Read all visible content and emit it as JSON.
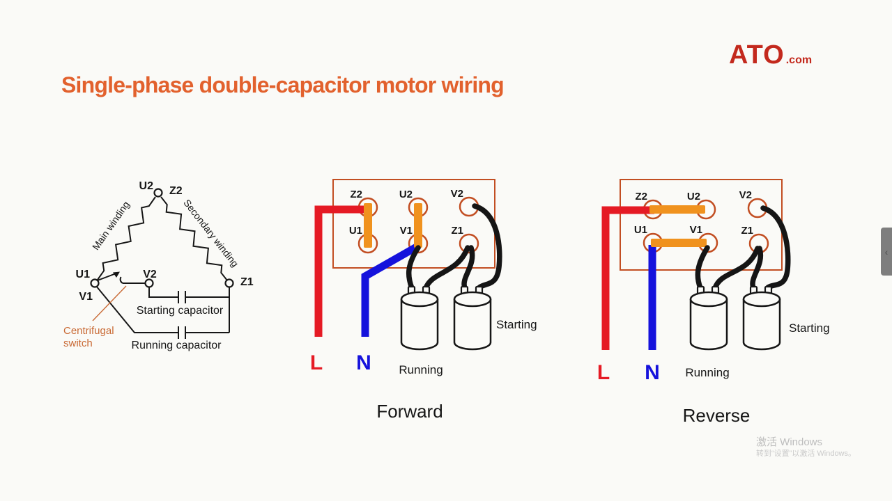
{
  "header": {
    "title": "Single-phase double-capacitor motor wiring"
  },
  "logo": {
    "name": "ATO",
    "suffix": ".com"
  },
  "colors": {
    "background": "#FAFAF7",
    "title_orange": "#E2612D",
    "logo_red": "#C3291D",
    "wire_red": "#E51A24",
    "wire_blue": "#1512DC",
    "jumper_orange": "#F0921E",
    "terminal_box_orange": "#C24E22",
    "centrifugal_label_orange": "#C96A35",
    "schematic_black": "#161616",
    "watermark_gray": "#BDBDBD",
    "side_handle_gray": "#7E7E7E"
  },
  "schematic": {
    "labels": {
      "u2": "U2",
      "z2": "Z2",
      "u1": "U1",
      "v1": "V1",
      "v2": "V2",
      "z1": "Z1",
      "main_winding": "Main winding",
      "secondary_winding": "Secondary winding",
      "starting_capacitor": "Starting capacitor",
      "running_capacitor": "Running capacitor",
      "centrifugal_line1": "Centrifugal",
      "centrifugal_line2": "switch"
    }
  },
  "forward": {
    "caption": "Forward",
    "terminals": {
      "z2": "Z2",
      "u2": "U2",
      "v2": "V2",
      "u1": "U1",
      "v1": "V1",
      "z1": "Z1"
    },
    "line": "L",
    "neutral": "N",
    "running": "Running",
    "starting": "Starting"
  },
  "reverse": {
    "caption": "Reverse",
    "terminals": {
      "z2": "Z2",
      "u2": "U2",
      "v2": "V2",
      "u1": "U1",
      "v1": "V1",
      "z1": "Z1"
    },
    "line": "L",
    "neutral": "N",
    "running": "Running",
    "starting": "Starting"
  },
  "watermark": {
    "line1": "激活 Windows",
    "line2": "转到“设置”以激活 Windows。"
  },
  "side_handle": {
    "chevron": "‹"
  }
}
